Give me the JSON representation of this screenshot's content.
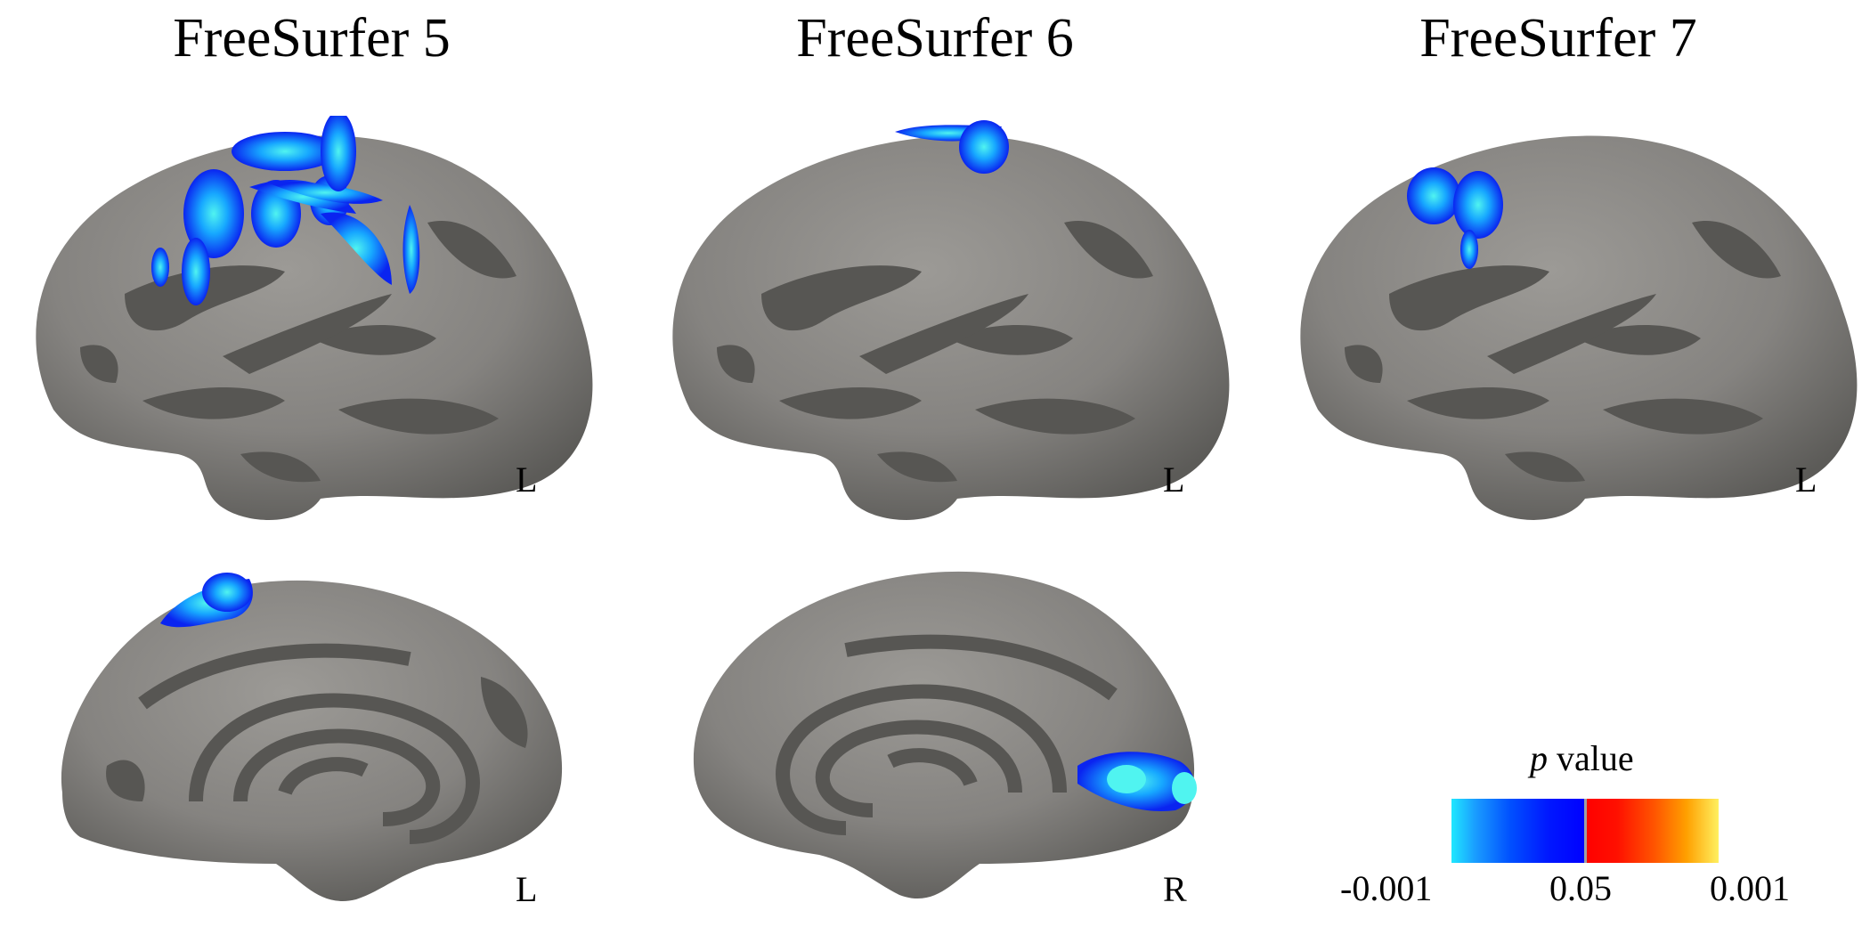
{
  "columns": [
    {
      "title": "FreeSurfer 5"
    },
    {
      "title": "FreeSurfer 6"
    },
    {
      "title": "FreeSurfer 7"
    }
  ],
  "hemisphere_labels": {
    "top_left": "L",
    "top_middle": "L",
    "top_right": "L",
    "bottom_left": "L",
    "bottom_middle": "R"
  },
  "legend": {
    "symbol": "p",
    "label": "value",
    "ticks": [
      "-0.001",
      "0.05",
      "0.001"
    ],
    "colors": {
      "negative_low": "#20e8ff",
      "negative_high": "#0000ff",
      "positive_low": "#ff0000",
      "positive_high": "#fff060"
    }
  },
  "colors": {
    "surface_light": "#8c8a86",
    "surface_dark": "#575653",
    "cluster_core": "#3cf0f0",
    "cluster_edge": "#0a2cf0"
  }
}
